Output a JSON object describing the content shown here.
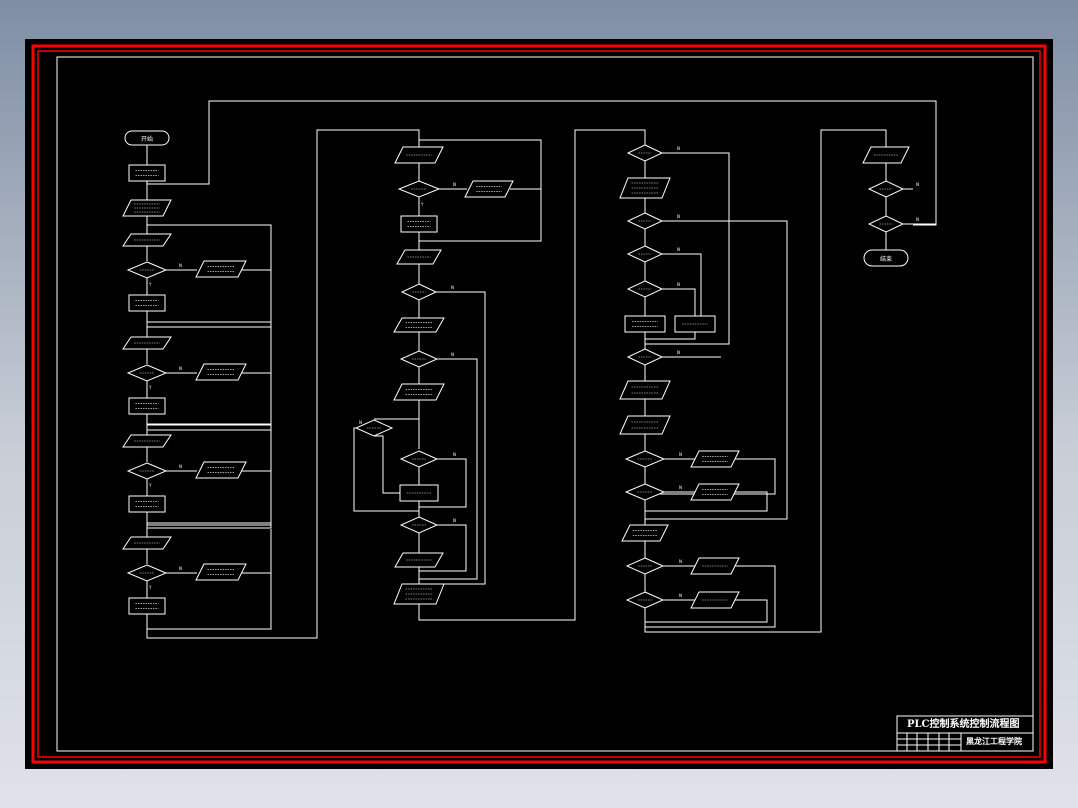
{
  "drawing": {
    "background": "#000000",
    "frame_color": "#ff0000",
    "line_color": "#ffffff"
  },
  "title_block": {
    "title": "PLC控制系统控制流程图",
    "organization": "黑龙江工程学院"
  },
  "flowchart": {
    "start_label": "开始",
    "end_label": "结束",
    "yes_label": "Y",
    "no_label": "N"
  }
}
